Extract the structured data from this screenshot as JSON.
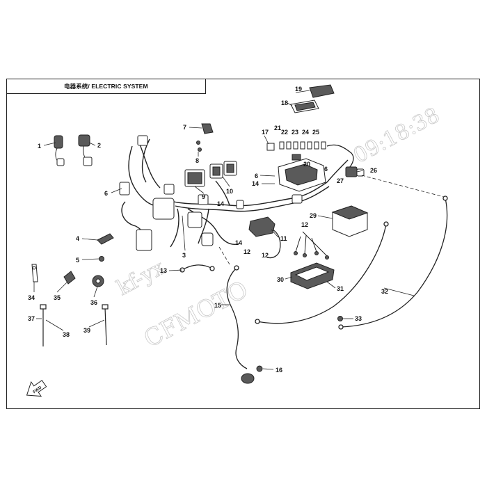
{
  "title": "电器系统/ ELECTRIC SYSTEM",
  "watermark": {
    "brand": "CFMOTO",
    "user": "kf-yx",
    "timestamp_fragment": "09:18:38"
  },
  "forward_arrow_label": "FWD",
  "callouts": [
    "1",
    "2",
    "3",
    "4",
    "5",
    "6",
    "6",
    "6",
    "7",
    "8",
    "9",
    "10",
    "11",
    "12",
    "12",
    "12",
    "13",
    "14",
    "14",
    "14",
    "15",
    "16",
    "17",
    "18",
    "19",
    "20",
    "21",
    "22",
    "23",
    "24",
    "25",
    "26",
    "27",
    "29",
    "30",
    "31",
    "32",
    "33",
    "34",
    "35",
    "36",
    "37",
    "38",
    "39"
  ],
  "colors": {
    "line": "#222222",
    "part_fill": "#5a5a5a",
    "watermark": "#c9c9c9"
  }
}
